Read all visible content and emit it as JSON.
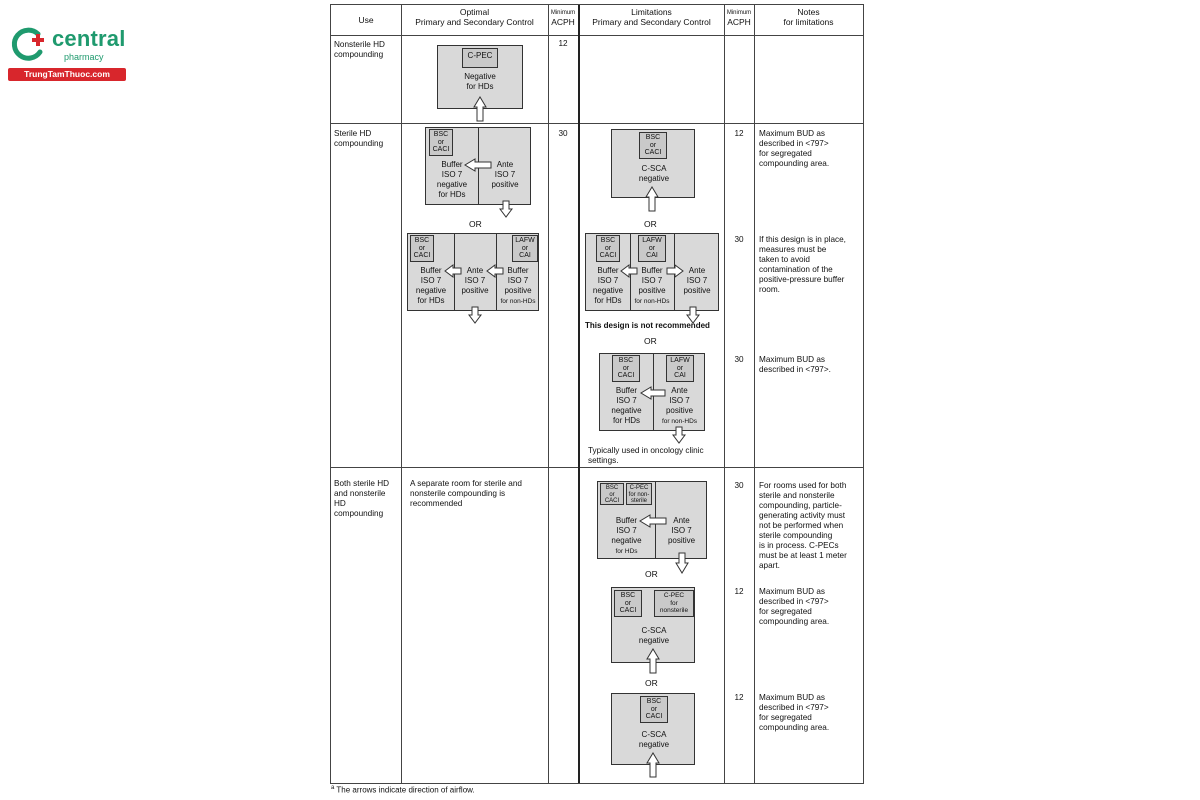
{
  "logo": {
    "word": "central",
    "sub": "pharmacy",
    "url": "TrungTamThuoc.com",
    "color": "#1f9a6e",
    "accent": "#d8262c"
  },
  "header": {
    "use": "Use",
    "optimal": "Optimal\nPrimary and Secondary Control",
    "min_acph_small": "Minimum",
    "acph": "ACPH",
    "limitations": "Limitations\nPrimary and Secondary Control",
    "notes": "Notes\nfor limitations"
  },
  "rows": {
    "nonsterile": {
      "use": "Nonsterile HD\ncompounding",
      "acph": "12",
      "cpec": "C-PEC",
      "room": "Negative\nfor HDs"
    },
    "sterile": {
      "use": "Sterile HD\ncompounding",
      "acph": "30",
      "opt1": {
        "bsc": "BSC\nor\nCACI",
        "buffer": "Buffer\nISO 7\nnegative\nfor HDs",
        "ante": "Ante\nISO 7\npositive"
      },
      "or": "OR",
      "opt2": {
        "bsc": "BSC\nor\nCACI",
        "lafw": "LAFW\nor\nCAI",
        "buffer": "Buffer\nISO 7\nnegative\nfor HDs",
        "ante": "Ante\nISO 7\npositive",
        "buffer2": "Buffer\nISO 7\npositive",
        "buffer2_small": "for non-HDs"
      },
      "lim1": {
        "bsc": "BSC\nor\nCACI",
        "room": "C-SCA\nnegative",
        "acph": "12",
        "note": "Maximum BUD as\ndescribed in <797>\nfor segregated\ncompounding area."
      },
      "lim2": {
        "bsc": "BSC\nor\nCACI",
        "lafw": "LAFW\nor\nCAI",
        "buffer": "Buffer\nISO 7\nnegative\nfor HDs",
        "buffer2": "Buffer\nISO 7\npositive",
        "buffer2_small": "for non-HDs",
        "ante": "Ante\nISO 7\npositive",
        "acph": "30",
        "warning": "This design is not recommended",
        "note": "If this design is in place,\nmeasures must be\ntaken to avoid\ncontamination of the\npositive-pressure buffer\nroom."
      },
      "lim3": {
        "bsc": "BSC\nor\nCACI",
        "lafw": "LAFW\nor\nCAI",
        "buffer": "Buffer\nISO 7\nnegative\nfor HDs",
        "ante": "Ante\nISO 7\npositive",
        "ante_small": "for non-HDs",
        "acph": "30",
        "caption": "Typically used in oncology clinic\nsettings.",
        "note": "Maximum BUD as\ndescribed in <797>."
      }
    },
    "both": {
      "use": "Both sterile HD\nand nonsterile\nHD\ncompounding",
      "optimal": "A separate room for sterile and\nnonsterile compounding is\nrecommended",
      "lim1": {
        "bsc": "BSC\nor\nCACI",
        "cpec": "C-PEC\nfor non-\nsterile",
        "buffer": "Buffer\nISO 7\nnegative",
        "buffer_small": "for HDs",
        "ante": "Ante\nISO 7\npositive",
        "acph": "30",
        "note": "For rooms used for both\nsterile and nonsterile\ncompounding, particle-\ngenerating activity must\nnot be performed when\nsterile compounding\nis in process. C-PECs\nmust be at least 1 meter\napart."
      },
      "lim2": {
        "bsc": "BSC\nor\nCACI",
        "cpec": "C-PEC\nfor\nnonsterile",
        "room": "C-SCA\nnegative",
        "acph": "12",
        "note": "Maximum BUD as\ndescribed in <797>\nfor segregated\ncompounding area."
      },
      "lim3": {
        "bsc": "BSC\nor\nCACI",
        "room": "C-SCA\nnegative",
        "acph": "12",
        "note": "Maximum BUD as\ndescribed in <797>\nfor segregated\ncompounding area."
      }
    }
  },
  "footnote": {
    "sup": "a",
    "text": " The arrows indicate direction of airflow."
  }
}
